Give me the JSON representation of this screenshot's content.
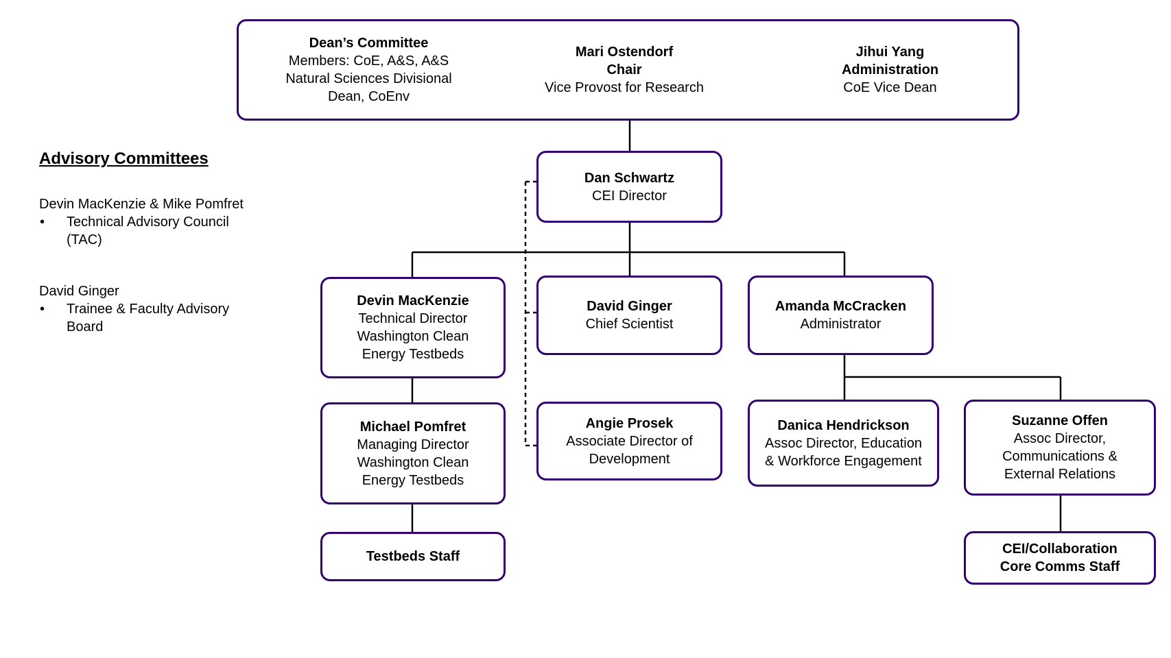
{
  "top": {
    "left": {
      "name": "Dean’s Committee",
      "lines": [
        "Members: CoE, A&S, A&S",
        "Natural Sciences Divisional",
        "Dean, CoEnv"
      ]
    },
    "center": {
      "name": "Mari Ostendorf",
      "role": "Chair",
      "title": "Vice Provost for Research"
    },
    "right": {
      "name": "Jihui Yang",
      "role": "Administration",
      "title": "CoE Vice Dean"
    }
  },
  "advisory": {
    "title": "Advisory Committees",
    "groups": [
      {
        "lead": "Devin MacKenzie & Mike Pomfret",
        "bullet": "•",
        "item": [
          "Technical Advisory Council",
          "(TAC)"
        ]
      },
      {
        "lead": "David Ginger",
        "bullet": "•",
        "item": [
          "Trainee & Faculty Advisory",
          "Board"
        ]
      }
    ]
  },
  "nodes": {
    "director": {
      "name": "Dan Schwartz",
      "lines": [
        "CEI Director"
      ]
    },
    "mackenzie": {
      "name": "Devin MacKenzie",
      "lines": [
        "Technical Director",
        "Washington Clean",
        "Energy Testbeds"
      ]
    },
    "ginger": {
      "name": "David Ginger",
      "lines": [
        "Chief Scientist"
      ]
    },
    "mccracken": {
      "name": "Amanda McCracken",
      "lines": [
        "Administrator"
      ]
    },
    "pomfret": {
      "name": "Michael Pomfret",
      "lines": [
        "Managing Director",
        "Washington Clean",
        "Energy Testbeds"
      ]
    },
    "prosek": {
      "name": "Angie Prosek",
      "lines": [
        "Associate Director of",
        "Development"
      ]
    },
    "hendrickson": {
      "name": "Danica Hendrickson",
      "lines": [
        "Assoc Director, Education",
        "& Workforce Engagement"
      ]
    },
    "offen": {
      "name": "Suzanne Offen",
      "lines": [
        "Assoc Director,",
        "Communications &",
        "External Relations"
      ]
    },
    "testbeds_staff": {
      "name": "Testbeds Staff",
      "lines": []
    },
    "comms_staff": {
      "name": "CEI/Collaboration",
      "lines": [
        "Core Comms Staff"
      ]
    }
  },
  "colors": {
    "border": "#33006f",
    "line": "#000000"
  }
}
